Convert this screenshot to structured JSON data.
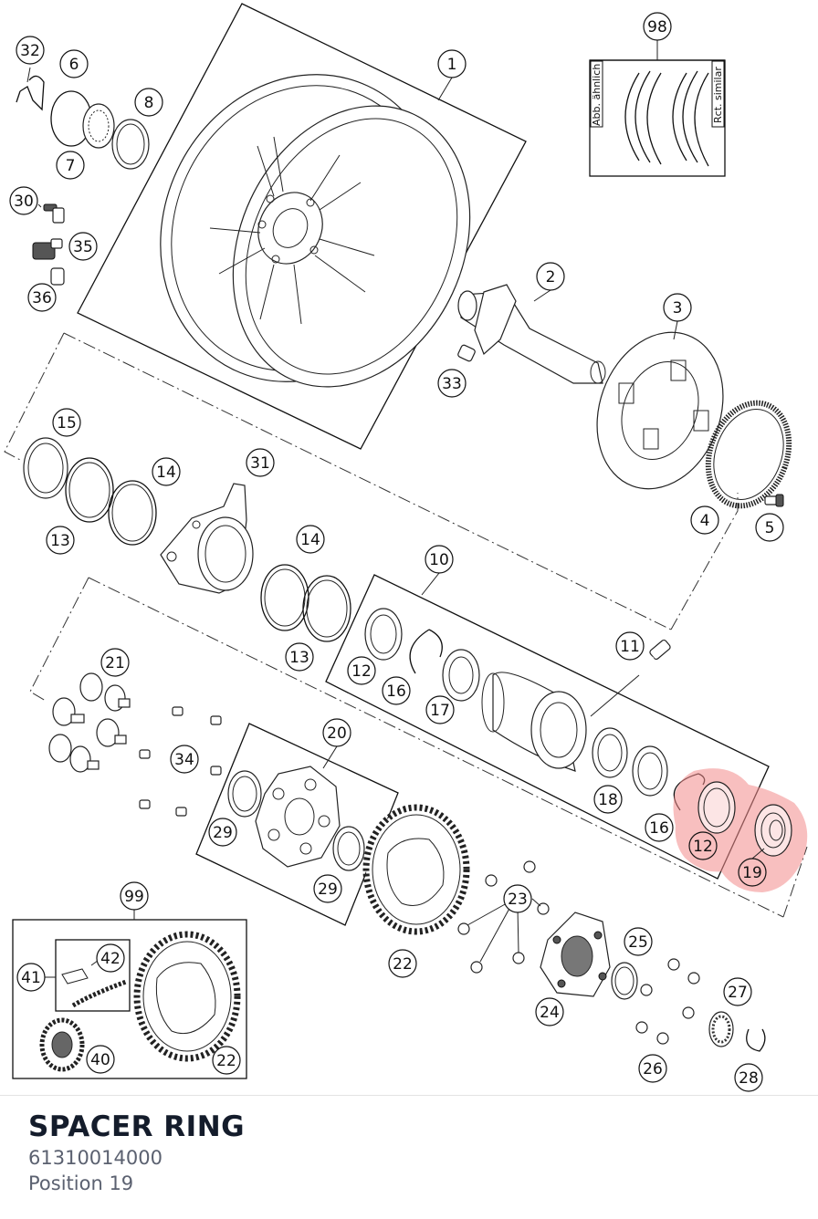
{
  "part": {
    "name": "SPACER RING",
    "number": "61310014000",
    "position_label": "Position 19"
  },
  "highlight_color": "#f28b8b",
  "legend_box": {
    "left_label": "Abb. ähnlich",
    "right_label": "Rct. similar"
  },
  "callouts": [
    {
      "id": "c1",
      "label": "1"
    },
    {
      "id": "c2",
      "label": "2"
    },
    {
      "id": "c3",
      "label": "3"
    },
    {
      "id": "c4",
      "label": "4"
    },
    {
      "id": "c5",
      "label": "5"
    },
    {
      "id": "c6",
      "label": "6"
    },
    {
      "id": "c7",
      "label": "7"
    },
    {
      "id": "c8",
      "label": "8"
    },
    {
      "id": "c10",
      "label": "10"
    },
    {
      "id": "c11",
      "label": "11"
    },
    {
      "id": "c12a",
      "label": "12"
    },
    {
      "id": "c12b",
      "label": "12"
    },
    {
      "id": "c13a",
      "label": "13"
    },
    {
      "id": "c13b",
      "label": "13"
    },
    {
      "id": "c14a",
      "label": "14"
    },
    {
      "id": "c14b",
      "label": "14"
    },
    {
      "id": "c15",
      "label": "15"
    },
    {
      "id": "c16a",
      "label": "16"
    },
    {
      "id": "c16b",
      "label": "16"
    },
    {
      "id": "c17",
      "label": "17"
    },
    {
      "id": "c18",
      "label": "18"
    },
    {
      "id": "c19",
      "label": "19"
    },
    {
      "id": "c20",
      "label": "20"
    },
    {
      "id": "c21",
      "label": "21"
    },
    {
      "id": "c22a",
      "label": "22"
    },
    {
      "id": "c22b",
      "label": "22"
    },
    {
      "id": "c23",
      "label": "23"
    },
    {
      "id": "c24",
      "label": "24"
    },
    {
      "id": "c25",
      "label": "25"
    },
    {
      "id": "c26",
      "label": "26"
    },
    {
      "id": "c27",
      "label": "27"
    },
    {
      "id": "c28",
      "label": "28"
    },
    {
      "id": "c29a",
      "label": "29"
    },
    {
      "id": "c29b",
      "label": "29"
    },
    {
      "id": "c30",
      "label": "30"
    },
    {
      "id": "c31",
      "label": "31"
    },
    {
      "id": "c32",
      "label": "32"
    },
    {
      "id": "c33",
      "label": "33"
    },
    {
      "id": "c34",
      "label": "34"
    },
    {
      "id": "c35",
      "label": "35"
    },
    {
      "id": "c36",
      "label": "36"
    },
    {
      "id": "c40",
      "label": "40"
    },
    {
      "id": "c41",
      "label": "41"
    },
    {
      "id": "c42",
      "label": "42"
    },
    {
      "id": "c98",
      "label": "98"
    },
    {
      "id": "c99",
      "label": "99"
    }
  ]
}
